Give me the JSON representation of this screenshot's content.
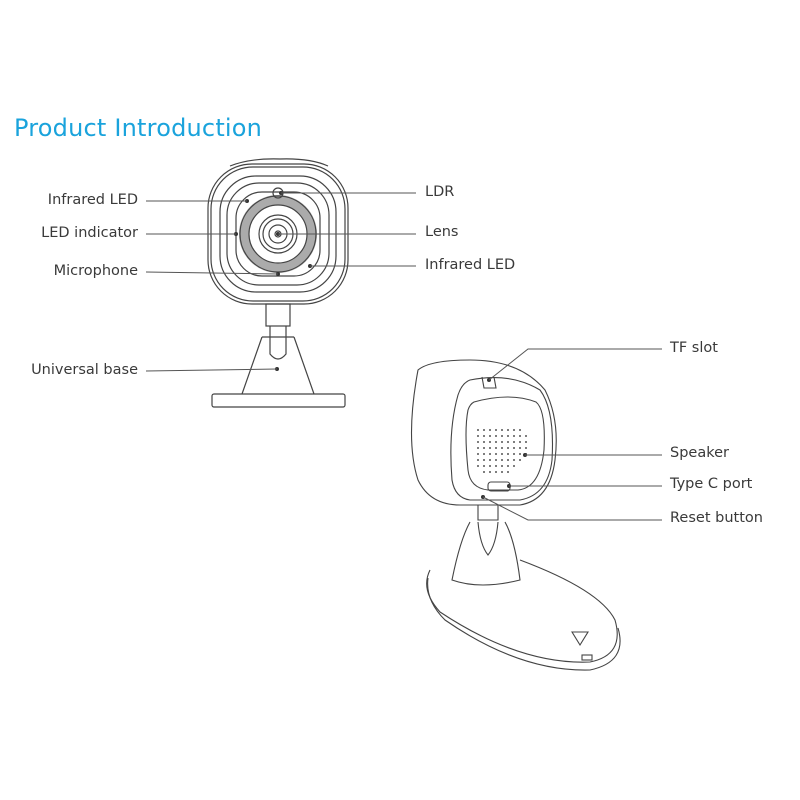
{
  "title": "Product Introduction",
  "colors": {
    "title": "#1aa3dc",
    "text": "#3a3a3a",
    "line": "#555555"
  },
  "front_view": {
    "labels": {
      "infrared_led_left": "Infrared LED",
      "led_indicator": "LED indicator",
      "microphone": "Microphone",
      "universal_base": "Universal base",
      "ldr": "LDR",
      "lens": "Lens",
      "infrared_led_right": "Infrared LED"
    }
  },
  "back_view": {
    "labels": {
      "tf_slot": "TF slot",
      "speaker": "Speaker",
      "type_c_port": "Type C port",
      "reset_button": "Reset button"
    }
  }
}
